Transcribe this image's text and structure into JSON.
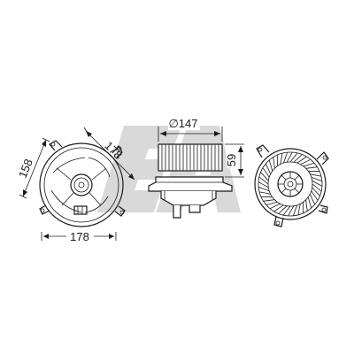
{
  "watermark": {
    "text": "EA",
    "color": "#d9d9d9"
  },
  "dimensions": {
    "diameter_label": "∅147",
    "height_label": "59",
    "left_height_label": "158",
    "left_diag_label": "178",
    "left_width_label": "178"
  },
  "colors": {
    "line": "#1a1a1a",
    "background": "#ffffff",
    "watermark": "#d9d9d9"
  }
}
